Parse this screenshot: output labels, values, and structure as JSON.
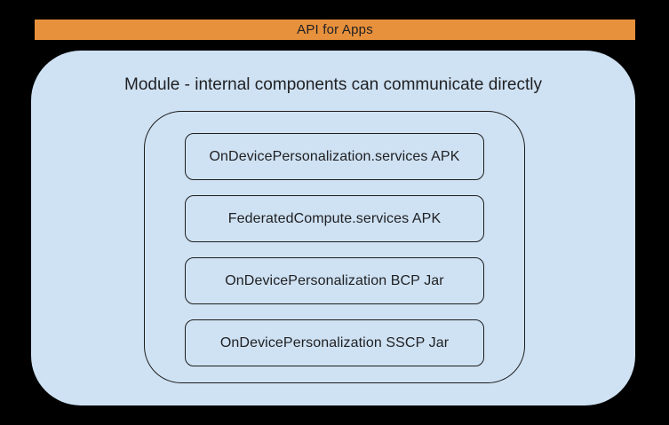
{
  "banner": {
    "label": "API for Apps"
  },
  "module": {
    "title": "Module - internal components can communicate directly",
    "components": [
      {
        "label": "OnDevicePersonalization.services APK"
      },
      {
        "label": "FederatedCompute.services APK"
      },
      {
        "label": "OnDevicePersonalization BCP Jar"
      },
      {
        "label": "OnDevicePersonalization SSCP Jar"
      }
    ]
  },
  "colors": {
    "background": "#000000",
    "banner_fill": "#E8913C",
    "module_fill": "#CFE2F3",
    "outline": "#1E1E1E",
    "text": "#202124"
  }
}
